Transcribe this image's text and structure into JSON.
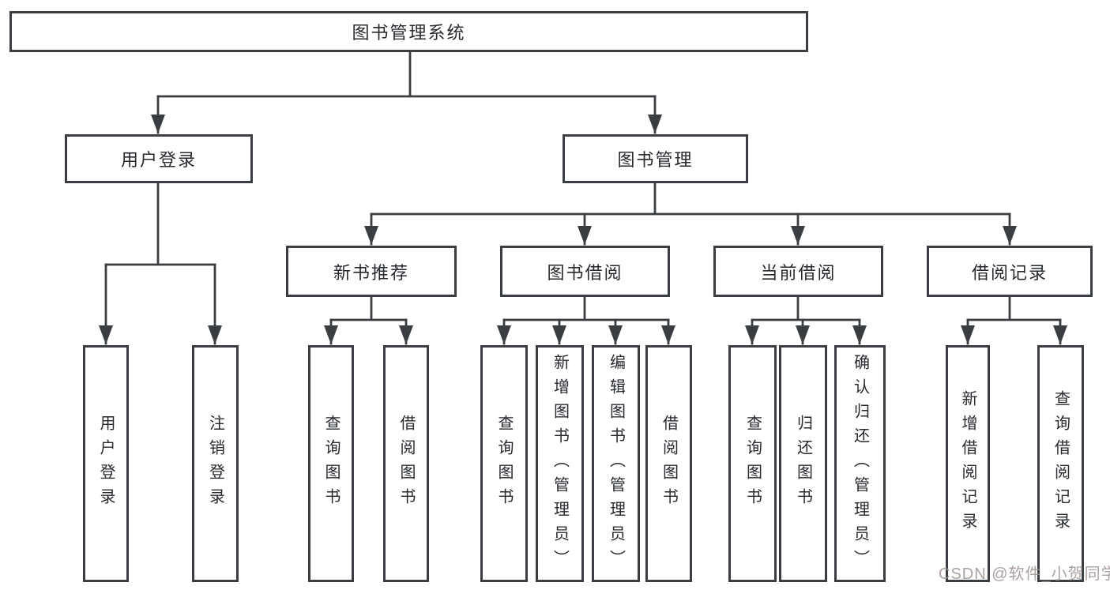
{
  "diagram": {
    "title": "图书管理系统",
    "type": "hierarchy-tree",
    "colors": {
      "background": "#ffffff",
      "line": "#3a3d42",
      "box_border": "#3a3d42",
      "text": "#26292e",
      "watermark": "#9e9290"
    }
  },
  "nodes": {
    "root": {
      "label": "图书管理系统"
    },
    "user_login": {
      "label": "用户登录"
    },
    "book_mgmt": {
      "label": "图书管理"
    },
    "new_book_rec": {
      "label": "新书推荐"
    },
    "book_borrow": {
      "label": "图书借阅"
    },
    "current_borrow": {
      "label": "当前借阅"
    },
    "borrow_records": {
      "label": "借阅记录"
    },
    "leaf_user_login": {
      "label": "用户登录"
    },
    "leaf_logout": {
      "label": "注销登录"
    },
    "leaf_rec_query_books": {
      "label": "查询图书"
    },
    "leaf_rec_borrow_books": {
      "label": "借阅图书"
    },
    "leaf_bor_query_books": {
      "label": "查询图书"
    },
    "leaf_bor_add_books": {
      "label": "新增图书（管理员）"
    },
    "leaf_bor_edit_books": {
      "label": "编辑图书（管理员）"
    },
    "leaf_bor_borrow_books": {
      "label": "借阅图书"
    },
    "leaf_cur_query_books": {
      "label": "查询图书"
    },
    "leaf_cur_return_books": {
      "label": "归还图书"
    },
    "leaf_cur_confirm_return": {
      "label": "确认归还（管理员）"
    },
    "leaf_log_add_record": {
      "label": "新增借阅记录"
    },
    "leaf_log_query_record": {
      "label": "查询借阅记录"
    }
  },
  "hierarchy": {
    "root": "图书管理系统",
    "children": {
      "图书管理系统": [
        "用户登录",
        "图书管理"
      ],
      "用户登录": [
        "用户登录",
        "注销登录"
      ],
      "图书管理": [
        "新书推荐",
        "图书借阅",
        "当前借阅",
        "借阅记录"
      ],
      "新书推荐": [
        "查询图书",
        "借阅图书"
      ],
      "图书借阅": [
        "查询图书",
        "新增图书（管理员）",
        "编辑图书（管理员）",
        "借阅图书"
      ],
      "当前借阅": [
        "查询图书",
        "归还图书",
        "确认归还（管理员）"
      ],
      "借阅记录": [
        "新增借阅记录",
        "查询借阅记录"
      ]
    }
  },
  "watermark": {
    "text": "CSDN @软件_小贺同学"
  }
}
